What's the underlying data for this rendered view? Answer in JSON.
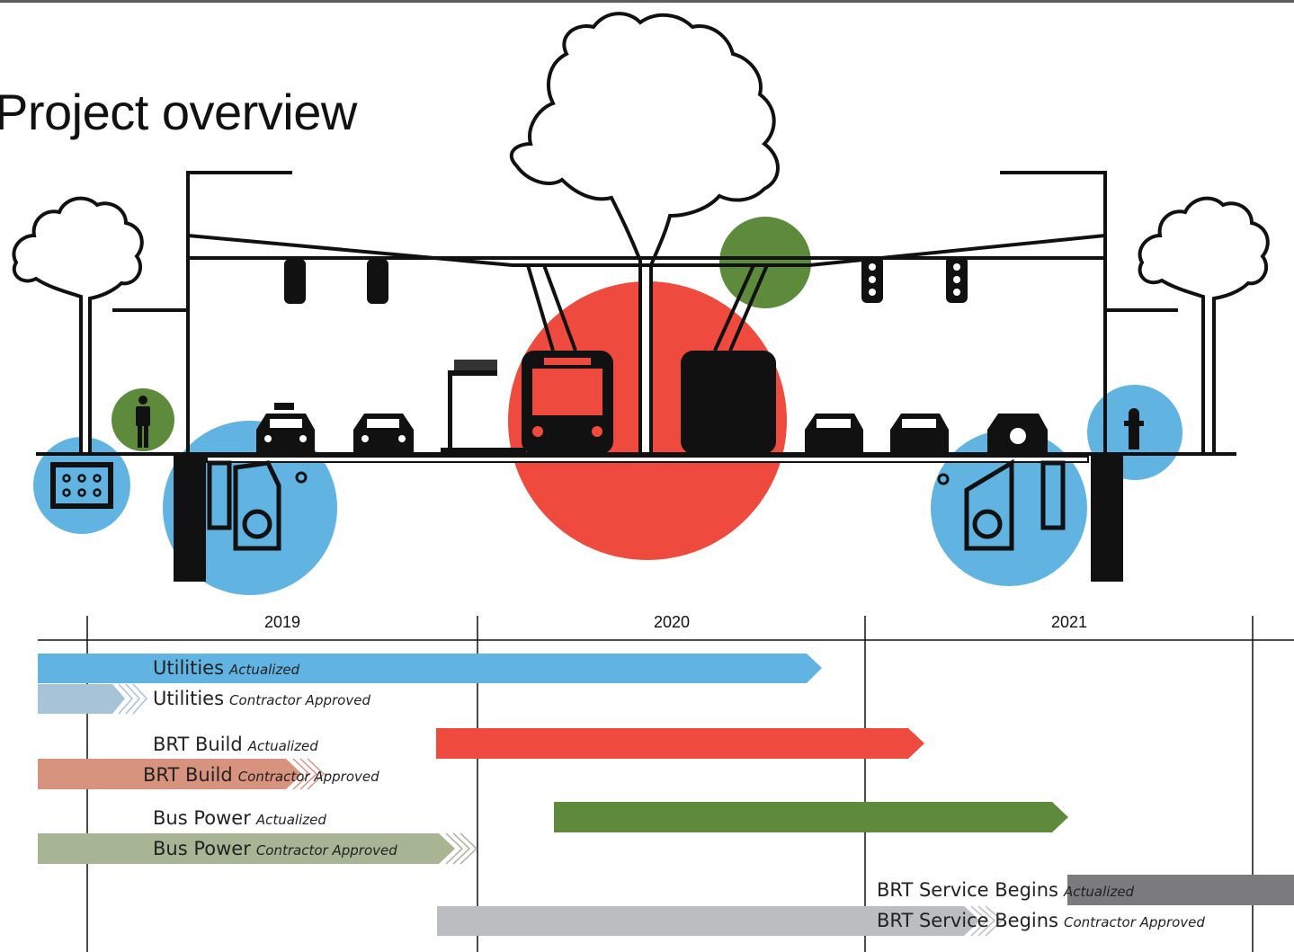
{
  "title": "Project overview",
  "colors": {
    "blue": "#61b4e2",
    "blue_light": "#a7c3d8",
    "red": "#ef4a3e",
    "red_light": "#d8937f",
    "green": "#5e8b3b",
    "green_light": "#a7b595",
    "grey": "#7b7b7e",
    "grey_light": "#bcbdc0"
  },
  "timeline": {
    "years": [
      "2019",
      "2020",
      "2021"
    ],
    "bars": [
      {
        "label": "Utilities",
        "status": "Actualized"
      },
      {
        "label": "Utilities",
        "status": "Contractor Approved"
      },
      {
        "label": "BRT Build",
        "status": "Actualized"
      },
      {
        "label": "BRT Build",
        "status": "Contractor Approved"
      },
      {
        "label": "Bus Power",
        "status": "Actualized"
      },
      {
        "label": "Bus Power",
        "status": "Contractor Approved"
      },
      {
        "label": "BRT Service Begins",
        "status": "Actualized"
      },
      {
        "label": "BRT Service Begins",
        "status": "Contractor Approved"
      }
    ]
  }
}
